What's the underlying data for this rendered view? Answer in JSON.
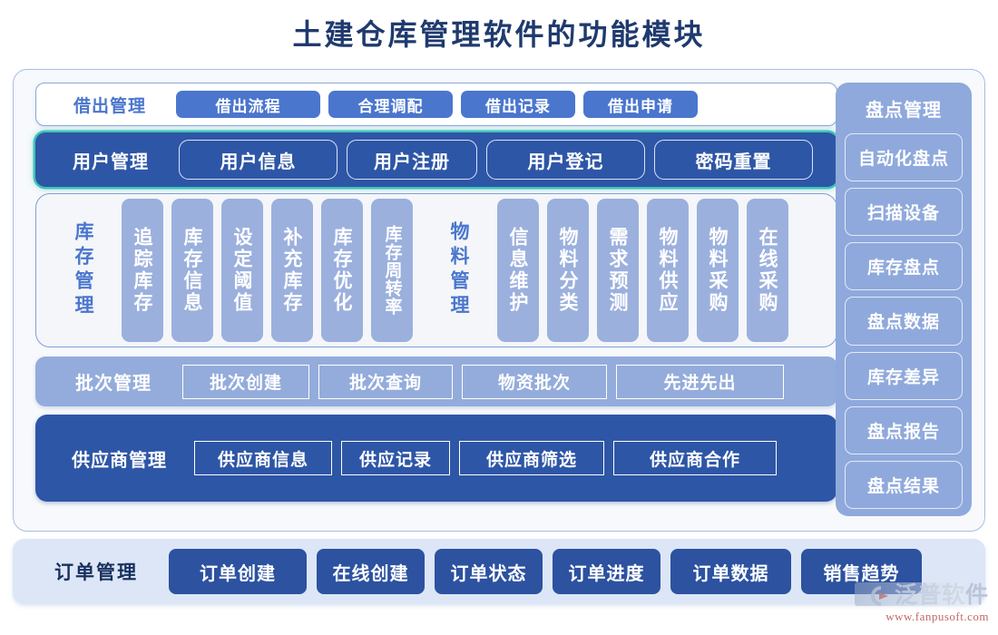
{
  "title": "土建仓库管理软件的功能模块",
  "colors": {
    "title": "#1f3a6e",
    "accent_blue": "#4a76ce",
    "dark_blue": "#2e56a6",
    "mid_blue": "#94acdb",
    "tile_blue": "#9bb0dd",
    "teal_glow": "#3fc4b8",
    "order_bar_bg": "#dde6f6",
    "order_btn": "#2c52a0",
    "watermark_url": "#c06060"
  },
  "rows": {
    "loan": {
      "head": "借出管理",
      "items": [
        "借出流程",
        "合理调配",
        "借出记录",
        "借出申请"
      ],
      "widths": [
        159,
        137,
        126,
        126
      ]
    },
    "user": {
      "head": "用户管理",
      "items": [
        "用户信息",
        "用户注册",
        "用户登记",
        "密码重置"
      ],
      "widths": [
        175,
        144,
        175,
        175
      ]
    },
    "inventory": {
      "head": "库存管理",
      "tiles": [
        "追踪库存",
        "库存信息",
        "设定阈值",
        "补充库存",
        "库存优化",
        "库存周转率"
      ]
    },
    "material": {
      "head": "物料管理",
      "tiles": [
        "信息维护",
        "物料分类",
        "需求预测",
        "物料供应",
        "物料采购",
        "在线采购"
      ]
    },
    "batch": {
      "head": "批次管理",
      "items": [
        "批次创建",
        "批次查询",
        "物资批次",
        "先进先出"
      ],
      "widths": [
        140,
        148,
        160,
        185
      ]
    },
    "supplier": {
      "head": "供应商管理",
      "items": [
        "供应商信息",
        "供应记录",
        "供应商筛选",
        "供应商合作"
      ],
      "widths": [
        152,
        120,
        160,
        180
      ]
    }
  },
  "sidebar": {
    "head": "盘点管理",
    "items": [
      "自动化盘点",
      "扫描设备",
      "库存盘点",
      "盘点数据",
      "库存差异",
      "盘点报告",
      "盘点结果"
    ]
  },
  "order_bar": {
    "head": "订单管理",
    "items": [
      "订单创建",
      "在线创建",
      "订单状态",
      "订单进度",
      "订单数据",
      "销售趋势"
    ],
    "widths": [
      152,
      119,
      119,
      119,
      133,
      133
    ]
  },
  "watermark": {
    "brand": "泛普软件",
    "url": "www.fanpusoft.com"
  }
}
